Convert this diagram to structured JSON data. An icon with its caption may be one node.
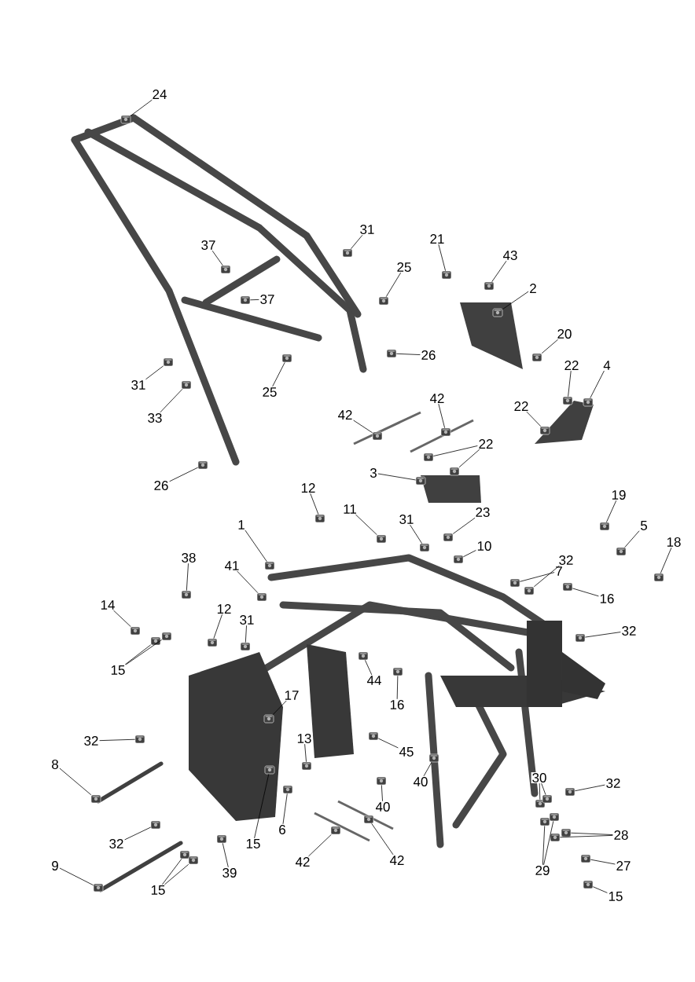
{
  "diagram": {
    "nodes": [
      {
        "text": [
          "24"
        ]
      },
      {
        "text": [
          "31"
        ]
      },
      {
        "text": [
          "21"
        ]
      },
      {
        "text": [
          "37"
        ]
      },
      {
        "text": [
          "43"
        ]
      },
      {
        "text": [
          "25"
        ]
      },
      {
        "text": [
          "2"
        ]
      },
      {
        "text": [
          "37"
        ]
      },
      {
        "text": [
          "20"
        ]
      },
      {
        "text": [
          "26"
        ]
      },
      {
        "text": [
          "22"
        ]
      },
      {
        "text": [
          "4"
        ]
      },
      {
        "text": [
          "31"
        ]
      },
      {
        "text": [
          "25"
        ]
      },
      {
        "text": [
          "42"
        ]
      },
      {
        "text": [
          "22"
        ]
      },
      {
        "text": [
          "33"
        ]
      },
      {
        "text": [
          "42"
        ]
      },
      {
        "text": [
          "22"
        ]
      },
      {
        "text": [
          "3"
        ]
      },
      {
        "text": [
          "26"
        ]
      },
      {
        "text": [
          "12"
        ]
      },
      {
        "text": [
          "19"
        ]
      },
      {
        "text": [
          "11"
        ]
      },
      {
        "text": [
          "31"
        ]
      },
      {
        "text": [
          "23"
        ]
      },
      {
        "text": [
          "5"
        ]
      },
      {
        "text": [
          "1"
        ]
      },
      {
        "text": [
          "18"
        ]
      },
      {
        "text": [
          "10"
        ]
      },
      {
        "text": [
          "38"
        ]
      },
      {
        "text": [
          "32"
        ]
      },
      {
        "text": [
          "41"
        ]
      },
      {
        "text": [
          "7"
        ]
      },
      {
        "text": [
          "16"
        ]
      },
      {
        "text": [
          "14"
        ]
      },
      {
        "text": [
          "12"
        ]
      },
      {
        "text": [
          "31"
        ]
      },
      {
        "text": [
          "32"
        ]
      },
      {
        "text": [
          "15"
        ]
      },
      {
        "text": [
          "44"
        ]
      },
      {
        "text": [
          "17"
        ]
      },
      {
        "text": [
          "16"
        ]
      },
      {
        "text": [
          "13"
        ]
      },
      {
        "text": [
          "32"
        ]
      },
      {
        "text": [
          "45"
        ]
      },
      {
        "text": [
          "8"
        ]
      },
      {
        "text": [
          "30"
        ]
      },
      {
        "text": [
          "40"
        ]
      },
      {
        "text": [
          "32"
        ]
      },
      {
        "text": [
          "40"
        ]
      },
      {
        "text": [
          "6"
        ]
      },
      {
        "text": [
          "28"
        ]
      },
      {
        "text": [
          "15"
        ]
      },
      {
        "text": [
          "32"
        ]
      },
      {
        "text": [
          "42"
        ]
      },
      {
        "text": [
          "42"
        ]
      },
      {
        "text": [
          "9"
        ]
      },
      {
        "text": [
          "27"
        ]
      },
      {
        "text": [
          "29"
        ]
      },
      {
        "text": [
          "39"
        ]
      },
      {
        "text": [
          "15"
        ]
      },
      {
        "text": [
          "15"
        ]
      },
      {
        "text": [],
        "shape": "picture"
      },
      {
        "text": [],
        "shape": "picture"
      },
      {
        "text": [],
        "shape": "picture"
      },
      {
        "text": [],
        "shape": "picture"
      },
      {
        "text": [],
        "shape": "picture"
      },
      {
        "text": [],
        "shape": "picture"
      },
      {
        "text": [],
        "shape": "picture"
      },
      {
        "text": [],
        "shape": "picture"
      },
      {
        "text": [],
        "shape": "picture"
      },
      {
        "text": [],
        "shape": "picture"
      },
      {
        "text": [],
        "shape": "picture"
      },
      {
        "text": [],
        "shape": "picture"
      },
      {
        "text": [],
        "shape": "picture"
      },
      {
        "text": [],
        "shape": "picture"
      },
      {
        "text": [],
        "shape": "picture"
      },
      {
        "text": [],
        "shape": "picture"
      },
      {
        "text": [],
        "shape": "picture"
      },
      {
        "text": [],
        "shape": "picture"
      },
      {
        "text": [],
        "shape": "picture"
      },
      {
        "text": [],
        "shape": "picture"
      },
      {
        "text": [],
        "shape": "picture"
      },
      {
        "text": [],
        "shape": "picture"
      },
      {
        "text": [],
        "shape": "picture"
      },
      {
        "text": [],
        "shape": "picture"
      },
      {
        "text": [],
        "shape": "picture"
      },
      {
        "text": [],
        "shape": "picture"
      },
      {
        "text": [],
        "shape": "picture"
      },
      {
        "text": [],
        "shape": "picture"
      },
      {
        "text": [],
        "shape": "picture"
      },
      {
        "text": [],
        "shape": "picture"
      },
      {
        "text": [],
        "shape": "picture"
      },
      {
        "text": [],
        "shape": "picture"
      },
      {
        "text": [],
        "shape": "picture"
      },
      {
        "text": [],
        "shape": "picture"
      },
      {
        "text": [],
        "shape": "picture"
      },
      {
        "text": [],
        "shape": "picture"
      },
      {
        "text": [],
        "shape": "picture"
      },
      {
        "text": [],
        "shape": "picture"
      },
      {
        "text": [],
        "shape": "picture"
      },
      {
        "text": [],
        "shape": "picture"
      },
      {
        "text": [],
        "shape": "picture"
      },
      {
        "text": [],
        "shape": "picture"
      },
      {
        "text": [],
        "shape": "picture"
      },
      {
        "text": [],
        "shape": "picture"
      },
      {
        "text": [],
        "shape": "picture"
      },
      {
        "text": [],
        "shape": "picture"
      },
      {
        "text": [],
        "shape": "picture"
      },
      {
        "text": [],
        "shape": "picture"
      },
      {
        "text": [],
        "shape": "picture"
      },
      {
        "text": [],
        "shape": "picture"
      },
      {
        "text": [],
        "shape": "picture"
      },
      {
        "text": [],
        "shape": "picture"
      },
      {
        "text": [],
        "shape": "picture"
      },
      {
        "text": [],
        "shape": "picture"
      },
      {
        "text": [],
        "shape": "picture"
      },
      {
        "text": [],
        "shape": "picture"
      },
      {
        "text": [],
        "shape": "picture"
      },
      {
        "text": [],
        "shape": "picture"
      },
      {
        "text": [],
        "shape": "picture"
      },
      {
        "text": [],
        "shape": "picture"
      },
      {
        "text": [],
        "shape": "picture"
      },
      {
        "text": [],
        "shape": "picture"
      },
      {
        "text": [],
        "shape": "picture"
      },
      {
        "text": [],
        "shape": "picture"
      },
      {
        "text": [],
        "shape": "picture"
      },
      {
        "text": [],
        "shape": "picture"
      },
      {
        "text": [],
        "shape": "picture"
      },
      {
        "text": [],
        "shape": "picture"
      },
      {
        "text": [],
        "shape": "picture"
      }
    ],
    "edges": [
      {
        "from": 0,
        "to": 63,
        "arrow": "none"
      },
      {
        "from": 1,
        "to": 64,
        "arrow": "none"
      },
      {
        "from": 2,
        "to": 65,
        "arrow": "none"
      },
      {
        "from": 3,
        "to": 66,
        "arrow": "none"
      },
      {
        "from": 4,
        "to": 67,
        "arrow": "none"
      },
      {
        "from": 5,
        "to": 68,
        "arrow": "none"
      },
      {
        "from": 6,
        "to": 69,
        "arrow": "none"
      },
      {
        "from": 7,
        "to": 70,
        "arrow": "none"
      },
      {
        "from": 8,
        "to": 71,
        "arrow": "none"
      },
      {
        "from": 9,
        "to": 72,
        "arrow": "none"
      },
      {
        "from": 10,
        "to": 73,
        "arrow": "none"
      },
      {
        "from": 11,
        "to": 74,
        "arrow": "none"
      },
      {
        "from": 12,
        "to": 75,
        "arrow": "none"
      },
      {
        "from": 13,
        "to": 76,
        "arrow": "none"
      },
      {
        "from": 14,
        "to": 77,
        "arrow": "none"
      },
      {
        "from": 15,
        "to": 78,
        "arrow": "none"
      },
      {
        "from": 16,
        "to": 79,
        "arrow": "none"
      },
      {
        "from": 17,
        "to": 80,
        "arrow": "none"
      },
      {
        "from": 18,
        "to": 81,
        "arrow": "none"
      },
      {
        "from": 18,
        "to": 82,
        "arrow": "none"
      },
      {
        "from": 19,
        "to": 83,
        "arrow": "none"
      },
      {
        "from": 20,
        "to": 84,
        "arrow": "none"
      },
      {
        "from": 21,
        "to": 85,
        "arrow": "none"
      },
      {
        "from": 22,
        "to": 86,
        "arrow": "none"
      },
      {
        "from": 23,
        "to": 87,
        "arrow": "none"
      },
      {
        "from": 24,
        "to": 88,
        "arrow": "none"
      },
      {
        "from": 25,
        "to": 89,
        "arrow": "none"
      },
      {
        "from": 26,
        "to": 90,
        "arrow": "none"
      },
      {
        "from": 27,
        "to": 91,
        "arrow": "none"
      },
      {
        "from": 28,
        "to": 92,
        "arrow": "none"
      },
      {
        "from": 29,
        "to": 93,
        "arrow": "none"
      },
      {
        "from": 30,
        "to": 94,
        "arrow": "none"
      },
      {
        "from": 31,
        "to": 95,
        "arrow": "none"
      },
      {
        "from": 32,
        "to": 96,
        "arrow": "none"
      },
      {
        "from": 33,
        "to": 97,
        "arrow": "none"
      },
      {
        "from": 34,
        "to": 98,
        "arrow": "none"
      },
      {
        "from": 35,
        "to": 99,
        "arrow": "none"
      },
      {
        "from": 36,
        "to": 100,
        "arrow": "none"
      },
      {
        "from": 37,
        "to": 101,
        "arrow": "none"
      },
      {
        "from": 38,
        "to": 102,
        "arrow": "none"
      },
      {
        "from": 39,
        "to": 103,
        "arrow": "none"
      },
      {
        "from": 39,
        "to": 104,
        "arrow": "none"
      },
      {
        "from": 40,
        "to": 105,
        "arrow": "none"
      },
      {
        "from": 41,
        "to": 106,
        "arrow": "none"
      },
      {
        "from": 42,
        "to": 107,
        "arrow": "none"
      },
      {
        "from": 43,
        "to": 108,
        "arrow": "none"
      },
      {
        "from": 44,
        "to": 109,
        "arrow": "none"
      },
      {
        "from": 45,
        "to": 110,
        "arrow": "none"
      },
      {
        "from": 46,
        "to": 111,
        "arrow": "none"
      },
      {
        "from": 47,
        "to": 112,
        "arrow": "none"
      },
      {
        "from": 47,
        "to": 113,
        "arrow": "none"
      },
      {
        "from": 48,
        "to": 114,
        "arrow": "none"
      },
      {
        "from": 49,
        "to": 115,
        "arrow": "none"
      },
      {
        "from": 50,
        "to": 116,
        "arrow": "none"
      },
      {
        "from": 51,
        "to": 117,
        "arrow": "none"
      },
      {
        "from": 52,
        "to": 118,
        "arrow": "none"
      },
      {
        "from": 52,
        "to": 119,
        "arrow": "none"
      },
      {
        "from": 53,
        "to": 120,
        "arrow": "none"
      },
      {
        "from": 54,
        "to": 121,
        "arrow": "none"
      },
      {
        "from": 55,
        "to": 122,
        "arrow": "none"
      },
      {
        "from": 56,
        "to": 123,
        "arrow": "none"
      },
      {
        "from": 57,
        "to": 124,
        "arrow": "none"
      },
      {
        "from": 58,
        "to": 125,
        "arrow": "none"
      },
      {
        "from": 59,
        "to": 126,
        "arrow": "none"
      },
      {
        "from": 59,
        "to": 127,
        "arrow": "none"
      },
      {
        "from": 60,
        "to": 128,
        "arrow": "none"
      },
      {
        "from": 61,
        "to": 129,
        "arrow": "none"
      },
      {
        "from": 61,
        "to": 130,
        "arrow": "none"
      },
      {
        "from": 62,
        "to": 131,
        "arrow": "none"
      }
    ]
  }
}
